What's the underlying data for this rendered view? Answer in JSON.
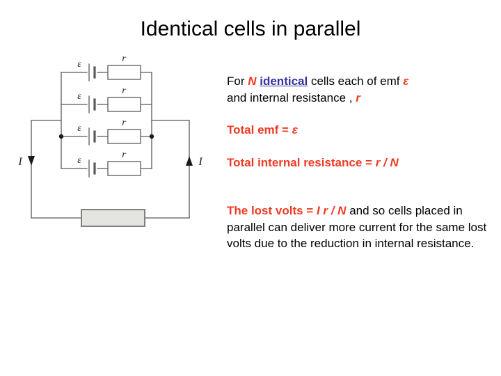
{
  "slide": {
    "title": "Identical cells in parallel",
    "background": "#ffffff"
  },
  "colors": {
    "accent_red": "#ee3b24",
    "link_blue": "#3333a0",
    "wire": "#595959",
    "resistor_fill": "#ffffff",
    "load_fill": "#e4e4e0",
    "load_border": "#808080",
    "text": "#000000"
  },
  "diagram": {
    "name": "identical-cells-in-parallel-circuit",
    "branch_count": 4,
    "branch_labels": {
      "emf": "ε",
      "resistance": "r"
    },
    "branches": [
      {
        "emf": "ε",
        "resistance": "r"
      },
      {
        "emf": "ε",
        "resistance": "r"
      },
      {
        "emf": "ε",
        "resistance": "r"
      },
      {
        "emf": "ε",
        "resistance": "r"
      }
    ],
    "current_left_label": "I",
    "current_right_label": "I",
    "current_left_direction": "down",
    "current_right_direction": "up",
    "external_load": "load-resistor",
    "junction_dots": 2
  },
  "text": {
    "para1": {
      "seg1": "For ",
      "n": "N",
      "seg2": "  ",
      "identical": "identical",
      "seg3": " cells each of emf ",
      "epsilon": "ε",
      "seg4": "and internal resistance , ",
      "r": "r"
    },
    "total_emf": {
      "label": "Total emf = ",
      "value": "ε"
    },
    "total_internal_resistance": {
      "label": "Total internal resistance = ",
      "value": "r / N"
    },
    "para2": {
      "lost_volts_label": "The lost volts = ",
      "lost_volts_value": "I  r / N",
      "rest": " and so cells placed in parallel can deliver more current for the same lost volts due to the reduction in internal resistance."
    }
  }
}
